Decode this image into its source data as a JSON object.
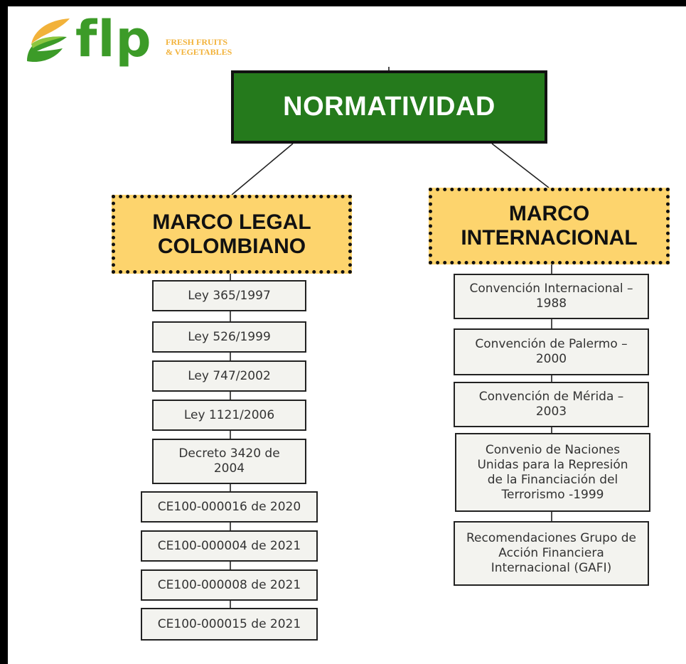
{
  "logo": {
    "wordmark": "flp",
    "tagline_line1": "FRESH FRUITS",
    "tagline_line2": "& VEGETABLES",
    "colors": {
      "green": "#3c9b28",
      "light_green": "#8cc63f",
      "orange": "#f2b23a"
    }
  },
  "root": {
    "label": "NORMATIVIDAD",
    "color": "#257a1c"
  },
  "categories": {
    "colombiano": {
      "label": "MARCO LEGAL COLOMBIANO",
      "items": [
        "Ley 365/1997",
        "Ley 526/1999",
        "Ley 747/2002",
        "Ley 1121/2006",
        "Decreto 3420 de 2004",
        "CE100-000016 de 2020",
        "CE100-000004 de 2021",
        "CE100-000008 de 2021",
        "CE100-000015 de 2021"
      ]
    },
    "internacional": {
      "label": "MARCO INTERNACIONAL",
      "items": [
        "Convención Internacional – 1988",
        "Convención de Palermo – 2000",
        "Convención de Mérida – 2003",
        "Convenio de Naciones Unidas para la Represión de la Financiación del Terrorismo -1999",
        "Recomendaciones Grupo de Acción Financiera Internacional (GAFI)"
      ]
    }
  },
  "colors": {
    "category_fill": "#fdd46d",
    "item_fill": "#f3f3ef",
    "border": "#111111"
  }
}
